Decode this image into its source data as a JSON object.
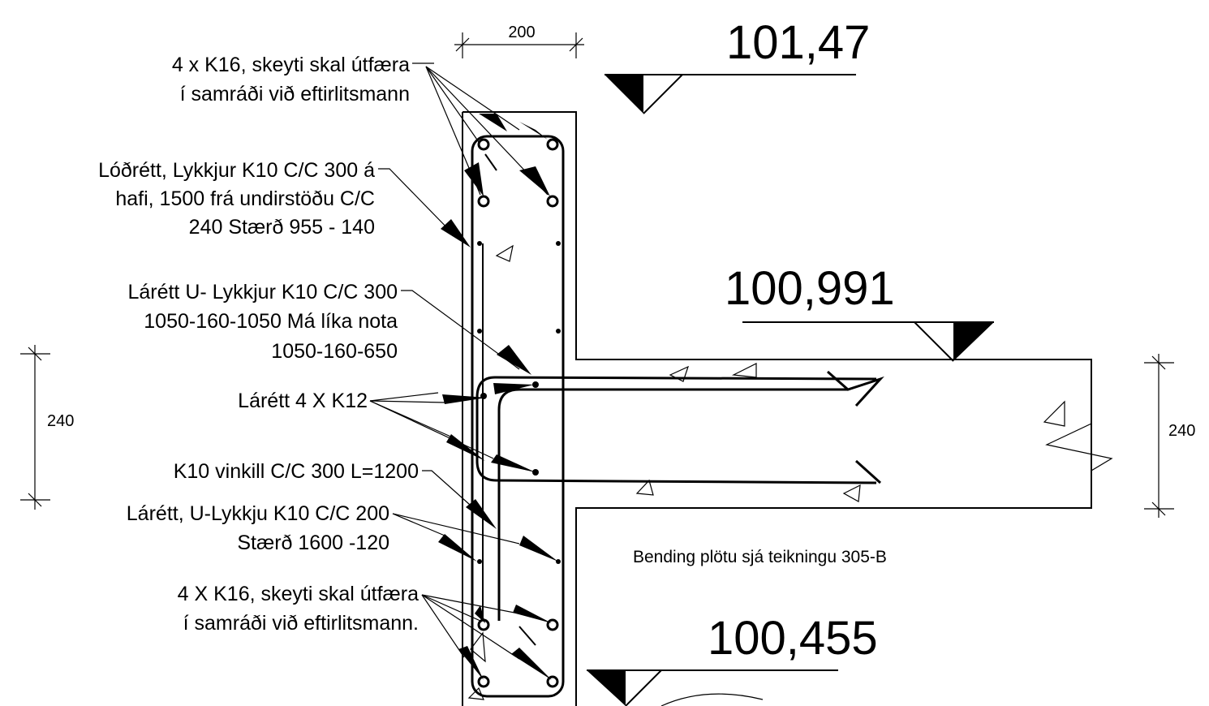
{
  "dimensions": {
    "wall_width": "200",
    "slab_left": "240",
    "slab_right": "240"
  },
  "elevations": {
    "top": "101,47",
    "slab": "100,991",
    "bottom": "100,455"
  },
  "labels": {
    "top_bars": [
      "4 x K16, skeyti skal útfæra",
      "í samráði við eftirlitsmann"
    ],
    "vertical_loops": [
      "Lóðrétt, Lykkjur K10 C/C 300 á",
      "hafi, 1500 frá undirstöðu C/C",
      "240 Stærð 955 - 140"
    ],
    "horizontal_u_loops": [
      "Lárétt U- Lykkjur K10 C/C 300",
      "1050-160-1050 Má líka nota",
      "1050-160-650"
    ],
    "horizontal_k12": "Lárétt 4 X K12",
    "angle_bar": "K10 vinkill C/C 300 L=1200",
    "horizontal_u_k10": [
      "Lárétt, U-Lykkju K10 C/C 200",
      "Stærð 1600 -120"
    ],
    "bottom_bars": [
      "4 X K16, skeyti skal útfæra",
      "í samráði við eftirlitsmann."
    ]
  },
  "note": "Bending plötu sjá teikningu 305-B"
}
